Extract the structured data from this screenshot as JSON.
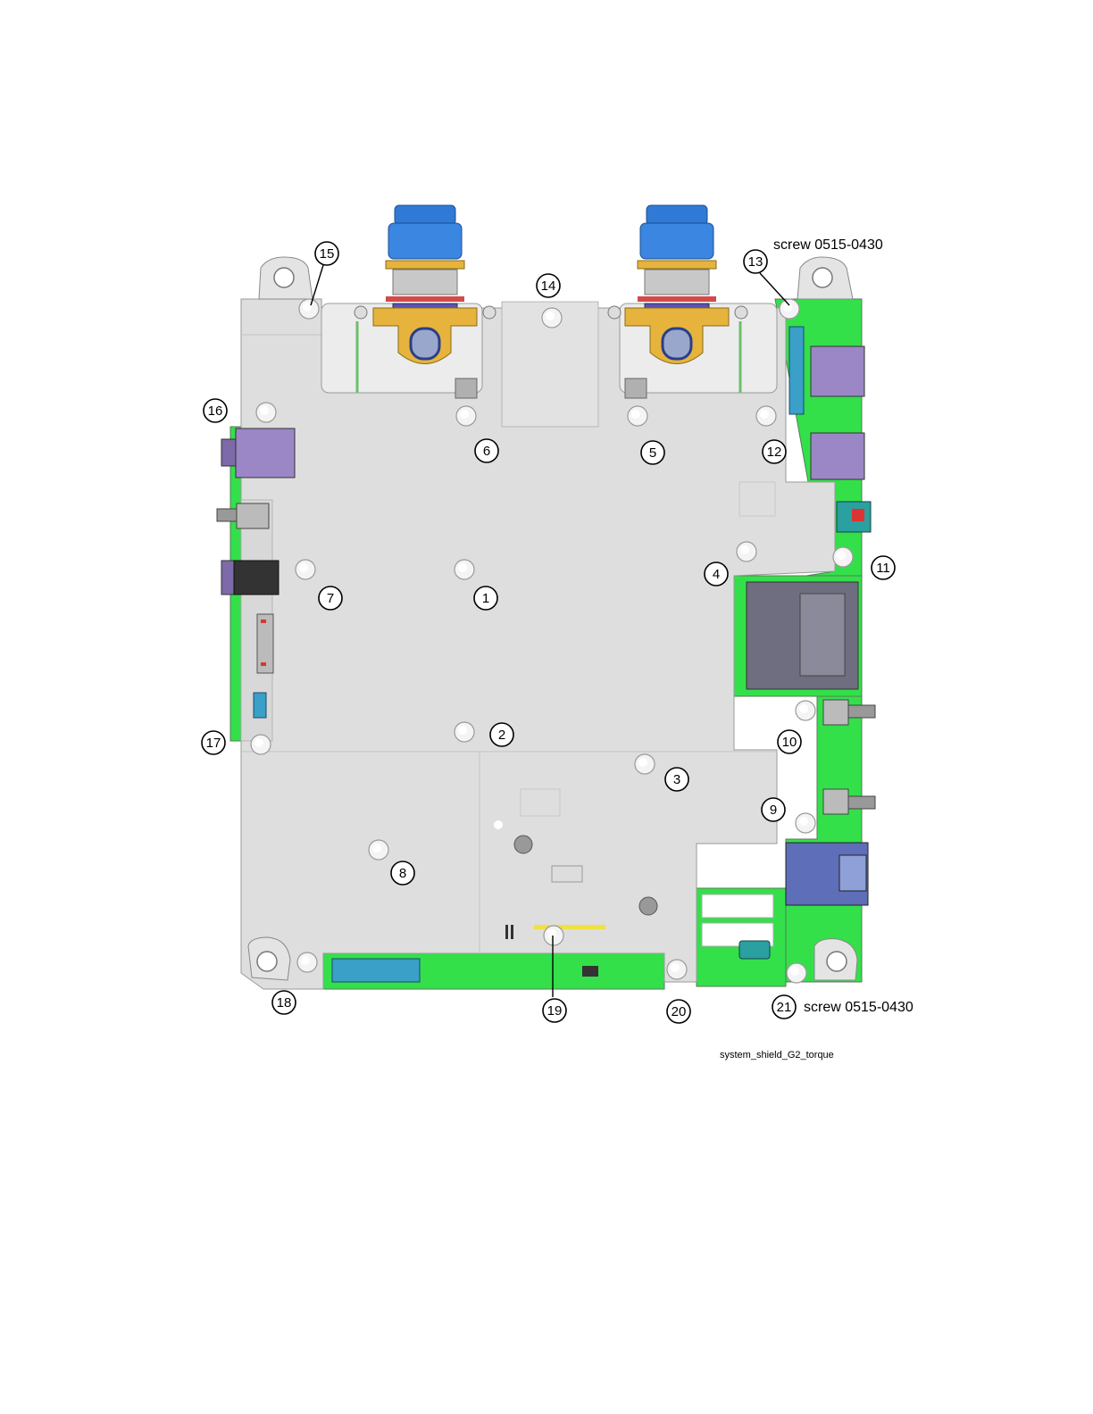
{
  "diagram": {
    "screw_label_top": "screw 0515-0430",
    "screw_label_bottom": "screw 0515-0430",
    "caption": "system_shield_G2_torque",
    "callouts": [
      "1",
      "2",
      "3",
      "4",
      "5",
      "6",
      "7",
      "8",
      "9",
      "10",
      "11",
      "12",
      "13",
      "14",
      "15",
      "16",
      "17",
      "18",
      "19",
      "20",
      "21"
    ]
  },
  "colors": {
    "shield": "#dedede",
    "pcb": "#33e04a",
    "connector_blue": "#2f7ad6",
    "connector_purple": "#9b86c6",
    "gold": "#e6b43c"
  }
}
